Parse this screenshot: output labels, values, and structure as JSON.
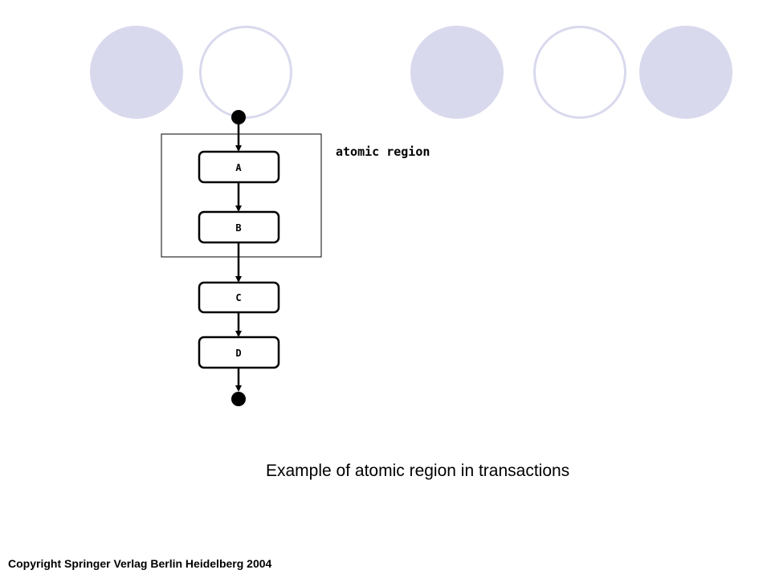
{
  "diagram": {
    "region_label": "atomic region",
    "nodes": [
      {
        "id": "A",
        "label": "A"
      },
      {
        "id": "B",
        "label": "B"
      },
      {
        "id": "C",
        "label": "C"
      },
      {
        "id": "D",
        "label": "D"
      }
    ]
  },
  "caption": "Example of atomic region in transactions",
  "copyright": "Copyright Springer Verlag Berlin Heidelberg 2004",
  "colors": {
    "decor_fill": "#d9d9ee",
    "stroke": "#000000"
  }
}
